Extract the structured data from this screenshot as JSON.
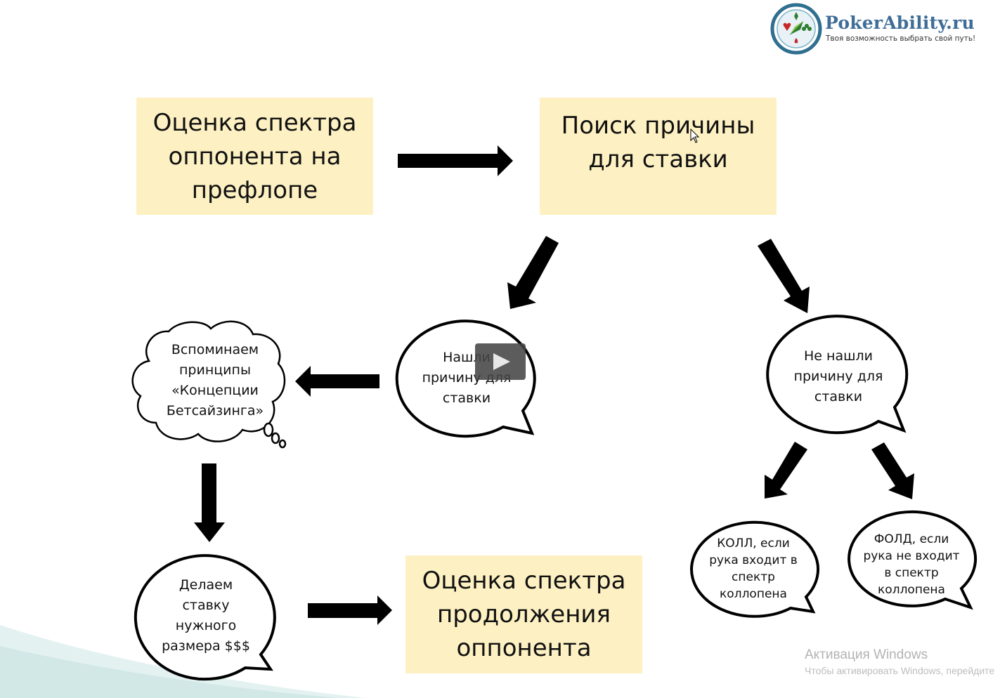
{
  "logo": {
    "name": "PokerAbility.ru",
    "tagline": "Твоя возможность выбрать свой путь!"
  },
  "boxes": {
    "preflop": "Оценка спектра\nоппонента на\nпрефлопе",
    "reason": "Поиск причины\nдля ставки",
    "continuation": "Оценка спектра\nпродолжения\nоппонента"
  },
  "bubbles": {
    "found": "Нашли\nпричину для\nставки",
    "not_found": "Не нашли\nпричину для\nставки",
    "remember": "Вспоминаем\nпринципы\n«Концепции\nБетсайзинга»",
    "bet": "Делаем\nставку\nнужного\nразмера $$$",
    "call": "КОЛЛ, если\nрука входит в\nспектр\nколлопена",
    "fold": "ФОЛД, если\nрука не входит\nв спектр\nколлопена"
  },
  "video": {
    "icon": "play-icon"
  },
  "activation": {
    "title": "Активация Windows",
    "subtitle": "Чтобы активировать Windows, перейдите"
  },
  "colors": {
    "box_fill": "#fdf1c3",
    "arrow": "#000000",
    "logo_text": "#3f6d97",
    "swoosh": "#cfe7e6"
  }
}
